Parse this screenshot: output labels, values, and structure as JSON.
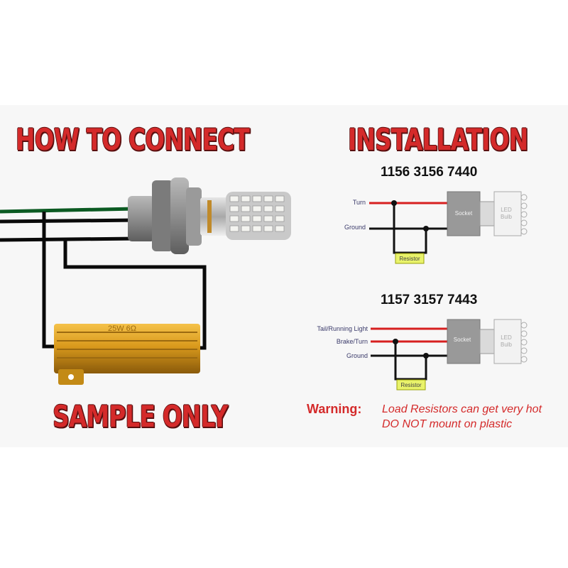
{
  "left_title": "HOW TO CONNECT",
  "right_title": "INSTALLATION",
  "sample_label": "SAMPLE ONLY",
  "resistor_marking": "25W 6Ω",
  "diagram_1": {
    "model": "1156 3156 7440",
    "wire_turn": "Turn",
    "wire_ground": "Ground",
    "socket": "Socket",
    "bulb_line1": "LED",
    "bulb_line2": "Bulb",
    "resistor": "Resistor"
  },
  "diagram_2": {
    "model": "1157 3157 7443",
    "wire_tail": "Tail/Running Light",
    "wire_brake": "Brake/Turn",
    "wire_ground": "Ground",
    "socket": "Socket",
    "bulb_line1": "LED",
    "bulb_line2": "Bulb",
    "resistor": "Resistor"
  },
  "warning": {
    "label": "Warning:",
    "line1": "Load Resistors can get very hot",
    "line2": "DO NOT mount on plastic"
  },
  "colors": {
    "title_red": "#d42a2a",
    "wire_green": "#0b5a22",
    "wire_red": "#d71f1f",
    "resistor_gold": "#d79a1c",
    "resistor_label_fill": "#e9f36a"
  }
}
